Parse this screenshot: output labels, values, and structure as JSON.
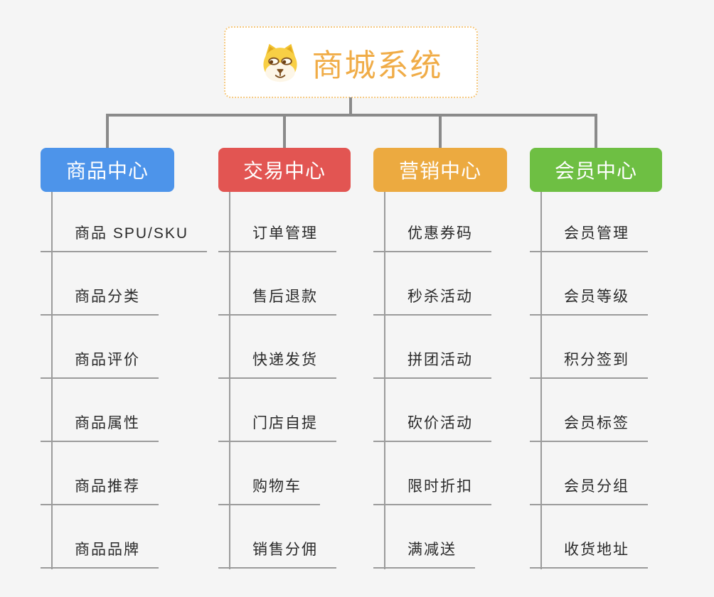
{
  "page": {
    "background_color": "#f5f5f5",
    "connector_color": "#8a8a8a",
    "spine_color": "#9b9b9b"
  },
  "root": {
    "title": "商城系统",
    "icon": "dog-face-icon",
    "title_color": "#f0ac47",
    "border_color": "#f5c87e"
  },
  "branches": [
    {
      "label": "商品中心",
      "color": "#4d94ea",
      "items": [
        "商品 SPU/SKU",
        "商品分类",
        "商品评价",
        "商品属性",
        "商品推荐",
        "商品品牌"
      ]
    },
    {
      "label": "交易中心",
      "color": "#e25552",
      "items": [
        "订单管理",
        "售后退款",
        "快递发货",
        "门店自提",
        "购物车",
        "销售分佣"
      ]
    },
    {
      "label": "营销中心",
      "color": "#ecaa40",
      "items": [
        "优惠券码",
        "秒杀活动",
        "拼团活动",
        "砍价活动",
        "限时折扣",
        "满减送"
      ]
    },
    {
      "label": "会员中心",
      "color": "#6ebf43",
      "items": [
        "会员管理",
        "会员等级",
        "积分签到",
        "会员标签",
        "会员分组",
        "收货地址"
      ]
    }
  ]
}
